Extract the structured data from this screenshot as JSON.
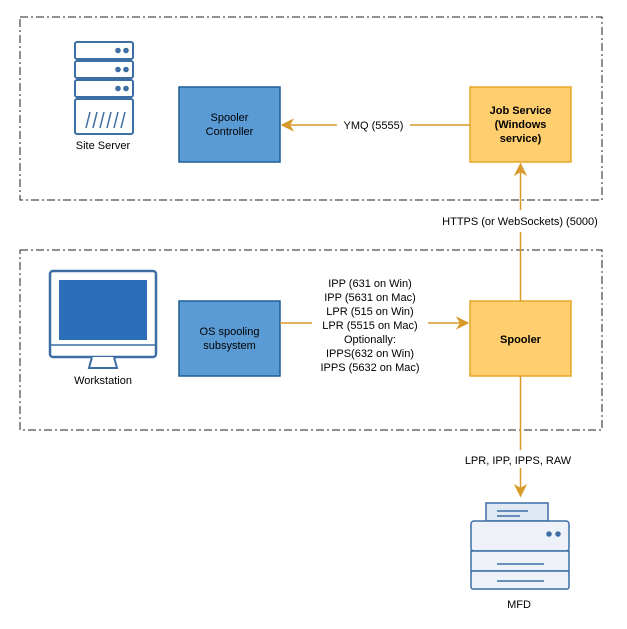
{
  "nodes": {
    "site_server": "Site Server",
    "spooler_controller": [
      "Spooler",
      "Controller"
    ],
    "job_service": [
      "Job Service",
      "(Windows",
      "service)"
    ],
    "workstation": "Workstation",
    "os_spooling": [
      "OS spooling",
      "subsystem"
    ],
    "spooler": "Spooler",
    "mfd": "MFD"
  },
  "edges": {
    "ymq": "YMQ (5555)",
    "https": "HTTPS (or WebSockets) (5000)",
    "protocols": [
      "IPP (631 on Win)",
      "IPP (5631 on Mac)",
      "LPR (515 on Win)",
      "LPR (5515 on Mac)",
      "Optionally:",
      "IPPS(632 on Win)",
      "IPPS (5632 on Mac)"
    ],
    "lpr_ipp": "LPR, IPP, IPPS, RAW"
  },
  "colors": {
    "blue_fill": "#5b9bd5",
    "blue_stroke": "#1f5f96",
    "orange_fill": "#ffcf6f",
    "orange_stroke": "#e5a52a",
    "arrow": "#d79a2a",
    "icon_blue": "#3c6ea5"
  }
}
